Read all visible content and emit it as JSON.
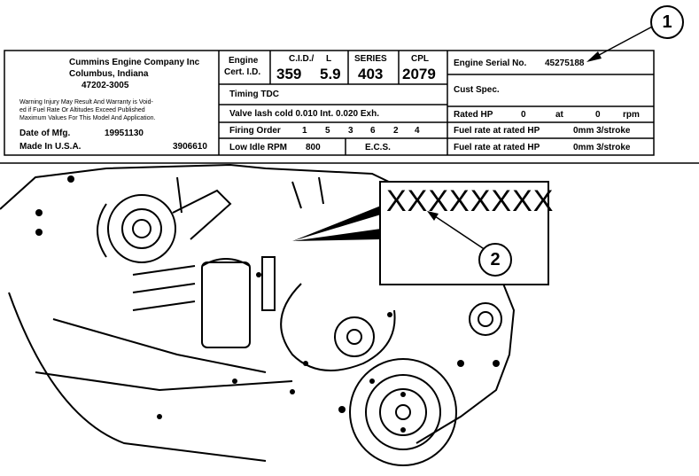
{
  "plate": {
    "company": "Cummins Engine Company Inc",
    "city": "Columbus, Indiana",
    "zip": "47202-3005",
    "warning": [
      "Warning Injury May Result And Warranty is Void-",
      "ed if Fuel Rate Or Altitudes Exceed Published",
      "Maximum Values For This Model And Application."
    ],
    "date_label": "Date of Mfg.",
    "date_value": "19951130",
    "made_label": "Made In U.S.A.",
    "made_value": "3906610",
    "engine_label_1": "Engine",
    "engine_label_2": "Cert. I.D.",
    "cid_label": "C.I.D./",
    "l_label": "L",
    "cid_value": "359",
    "l_value": "5.9",
    "series_label": "SERIES",
    "series_value": "403",
    "cpl_label": "CPL",
    "cpl_value": "2079",
    "timing": "Timing TDC",
    "valve_lash": "Valve lash cold  0.010  Int.  0.020  Exh.",
    "firing_label": "Firing Order",
    "firing_values": [
      "1",
      "5",
      "3",
      "6",
      "2",
      "4"
    ],
    "low_idle": "Low Idle RPM",
    "low_idle_value": "800",
    "ecs": "E.C.S.",
    "serial_label": "Engine Serial No.",
    "serial_value": "45275188",
    "cust_spec": "Cust Spec.",
    "rated_hp": "Rated HP",
    "rated_hp_value": "0",
    "at": "at",
    "rpm_value": "0",
    "rpm": "rpm",
    "fuel1": "Fuel rate at rated HP",
    "fuel1_value": "0mm 3/stroke",
    "fuel2": "Fuel rate at rated HP",
    "fuel2_value": "0mm 3/stroke"
  },
  "zoom_box": {
    "text": "XXXXXXXX"
  },
  "callouts": [
    "1",
    "2"
  ]
}
